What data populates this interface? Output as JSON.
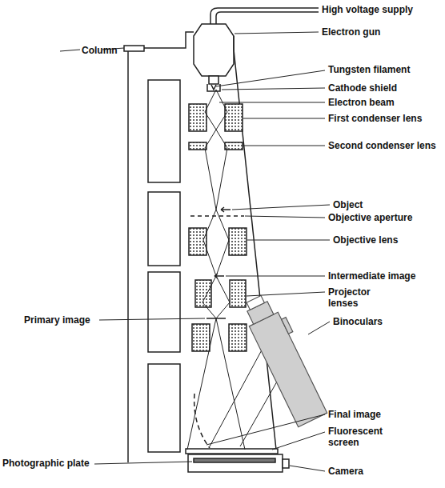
{
  "diagram": {
    "labels": [
      "High voltage supply",
      "Electron gun",
      "Column",
      "Tungsten filament",
      "Cathode shield",
      "Electron beam",
      "First condenser lens",
      "Second condenser lens",
      "Object",
      "Objective aperture",
      "Objective lens",
      "Intermediate image",
      "Projector lenses",
      "Primary image",
      "Binoculars",
      "Final image",
      "Fluorescent screen",
      "Photographic plate",
      "Camera"
    ]
  }
}
